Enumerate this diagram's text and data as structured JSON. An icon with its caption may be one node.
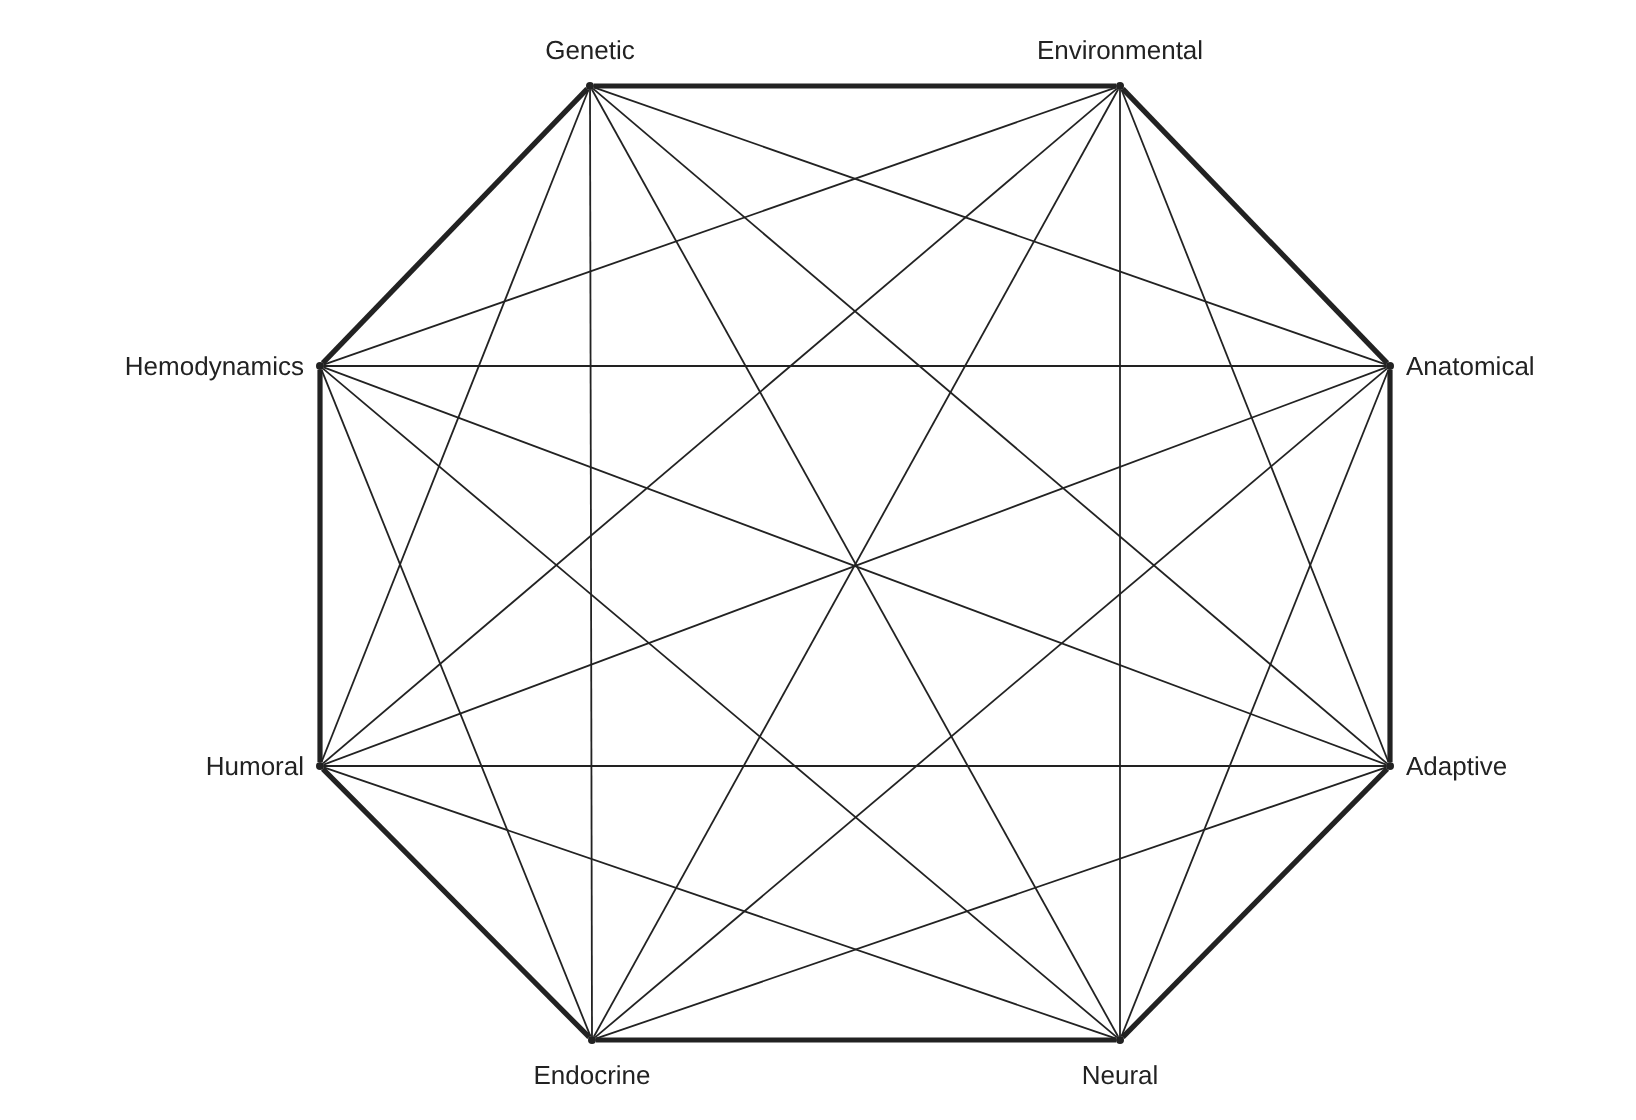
{
  "diagram": {
    "nodes": [
      {
        "text": [],
        "shape": "point",
        "beside": [
          "Genetic"
        ]
      },
      {
        "text": [],
        "shape": "point",
        "beside": [
          "Environmental"
        ]
      },
      {
        "text": [],
        "shape": "point",
        "beside": [
          "Hemodynamics"
        ]
      },
      {
        "text": [],
        "shape": "point",
        "beside": [
          "Anatomical"
        ]
      },
      {
        "text": [],
        "shape": "point",
        "beside": [
          "Humoral"
        ]
      },
      {
        "text": [],
        "shape": "point",
        "beside": [
          "Adaptive"
        ]
      },
      {
        "text": [],
        "shape": "point",
        "beside": [
          "Endocrine"
        ]
      },
      {
        "text": [],
        "shape": "point",
        "beside": [
          "Neural"
        ]
      }
    ],
    "edges": [
      {
        "from": 0,
        "to": 1,
        "arrow": "none",
        "style": "thick"
      },
      {
        "from": 0,
        "to": 2,
        "arrow": "none",
        "style": "thick"
      },
      {
        "from": 0,
        "to": 3,
        "arrow": "none"
      },
      {
        "from": 0,
        "to": 4,
        "arrow": "none"
      },
      {
        "from": 0,
        "to": 5,
        "arrow": "none"
      },
      {
        "from": 0,
        "to": 6,
        "arrow": "none"
      },
      {
        "from": 0,
        "to": 7,
        "arrow": "none"
      },
      {
        "from": 1,
        "to": 2,
        "arrow": "none"
      },
      {
        "from": 1,
        "to": 3,
        "arrow": "none",
        "style": "thick"
      },
      {
        "from": 1,
        "to": 4,
        "arrow": "none"
      },
      {
        "from": 1,
        "to": 5,
        "arrow": "none"
      },
      {
        "from": 1,
        "to": 6,
        "arrow": "none"
      },
      {
        "from": 1,
        "to": 7,
        "arrow": "none"
      },
      {
        "from": 2,
        "to": 3,
        "arrow": "none"
      },
      {
        "from": 2,
        "to": 4,
        "arrow": "none",
        "style": "thick"
      },
      {
        "from": 2,
        "to": 5,
        "arrow": "none"
      },
      {
        "from": 2,
        "to": 6,
        "arrow": "none"
      },
      {
        "from": 2,
        "to": 7,
        "arrow": "none"
      },
      {
        "from": 3,
        "to": 4,
        "arrow": "none"
      },
      {
        "from": 3,
        "to": 5,
        "arrow": "none",
        "style": "thick"
      },
      {
        "from": 3,
        "to": 6,
        "arrow": "none"
      },
      {
        "from": 3,
        "to": 7,
        "arrow": "none"
      },
      {
        "from": 4,
        "to": 5,
        "arrow": "none"
      },
      {
        "from": 4,
        "to": 6,
        "arrow": "none",
        "style": "thick"
      },
      {
        "from": 4,
        "to": 7,
        "arrow": "none"
      },
      {
        "from": 5,
        "to": 6,
        "arrow": "none"
      },
      {
        "from": 5,
        "to": 7,
        "arrow": "none",
        "style": "thick"
      },
      {
        "from": 6,
        "to": 7,
        "arrow": "none",
        "style": "thick"
      }
    ]
  }
}
